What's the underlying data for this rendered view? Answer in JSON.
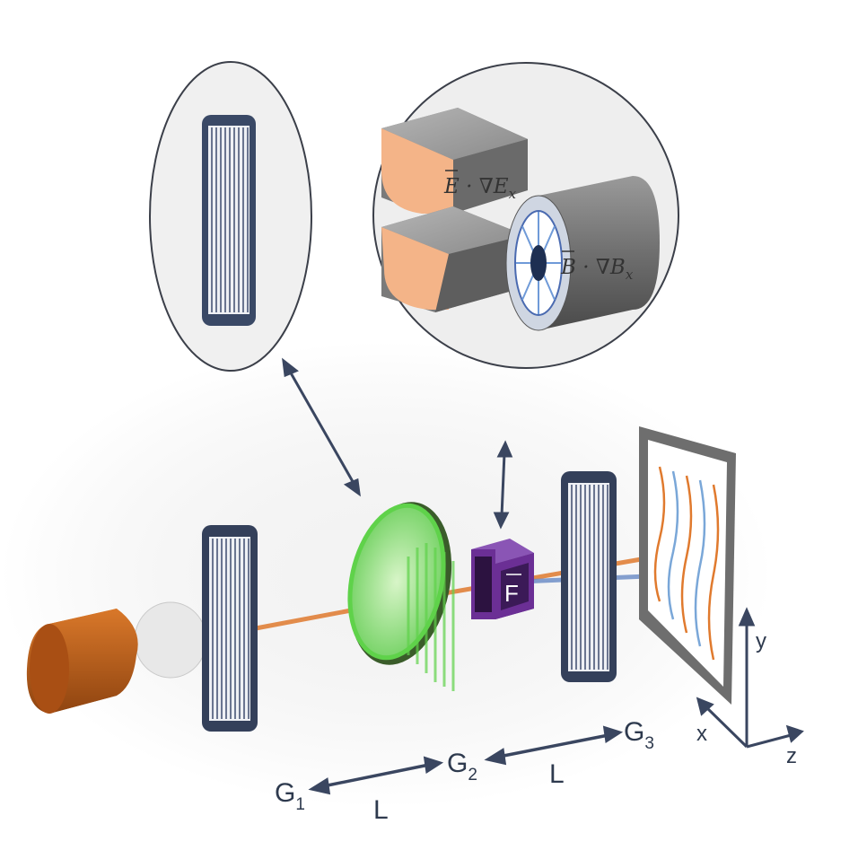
{
  "labels": {
    "g1": "G",
    "g1_sub": "1",
    "g2": "G",
    "g2_sub": "2",
    "g3": "G",
    "g3_sub": "3",
    "l_first": "L",
    "l_second": "L",
    "force": "F",
    "axis_x": "x",
    "axis_y": "y",
    "axis_z": "z"
  },
  "formulas": {
    "electric": {
      "vec": "E",
      "mid": " · ∇E",
      "sub": "x"
    },
    "magnetic": {
      "vec": "B",
      "mid": " · ∇B",
      "sub": "x"
    }
  },
  "colors": {
    "grating_frame": "#34405a",
    "beam_orange": "#e07a2e",
    "beam_blue": "#6f8fc8",
    "lens_green": "#5fd24a",
    "force_box": "#6b2f95",
    "source": "#c0601a",
    "arrow": "#3a4660"
  }
}
